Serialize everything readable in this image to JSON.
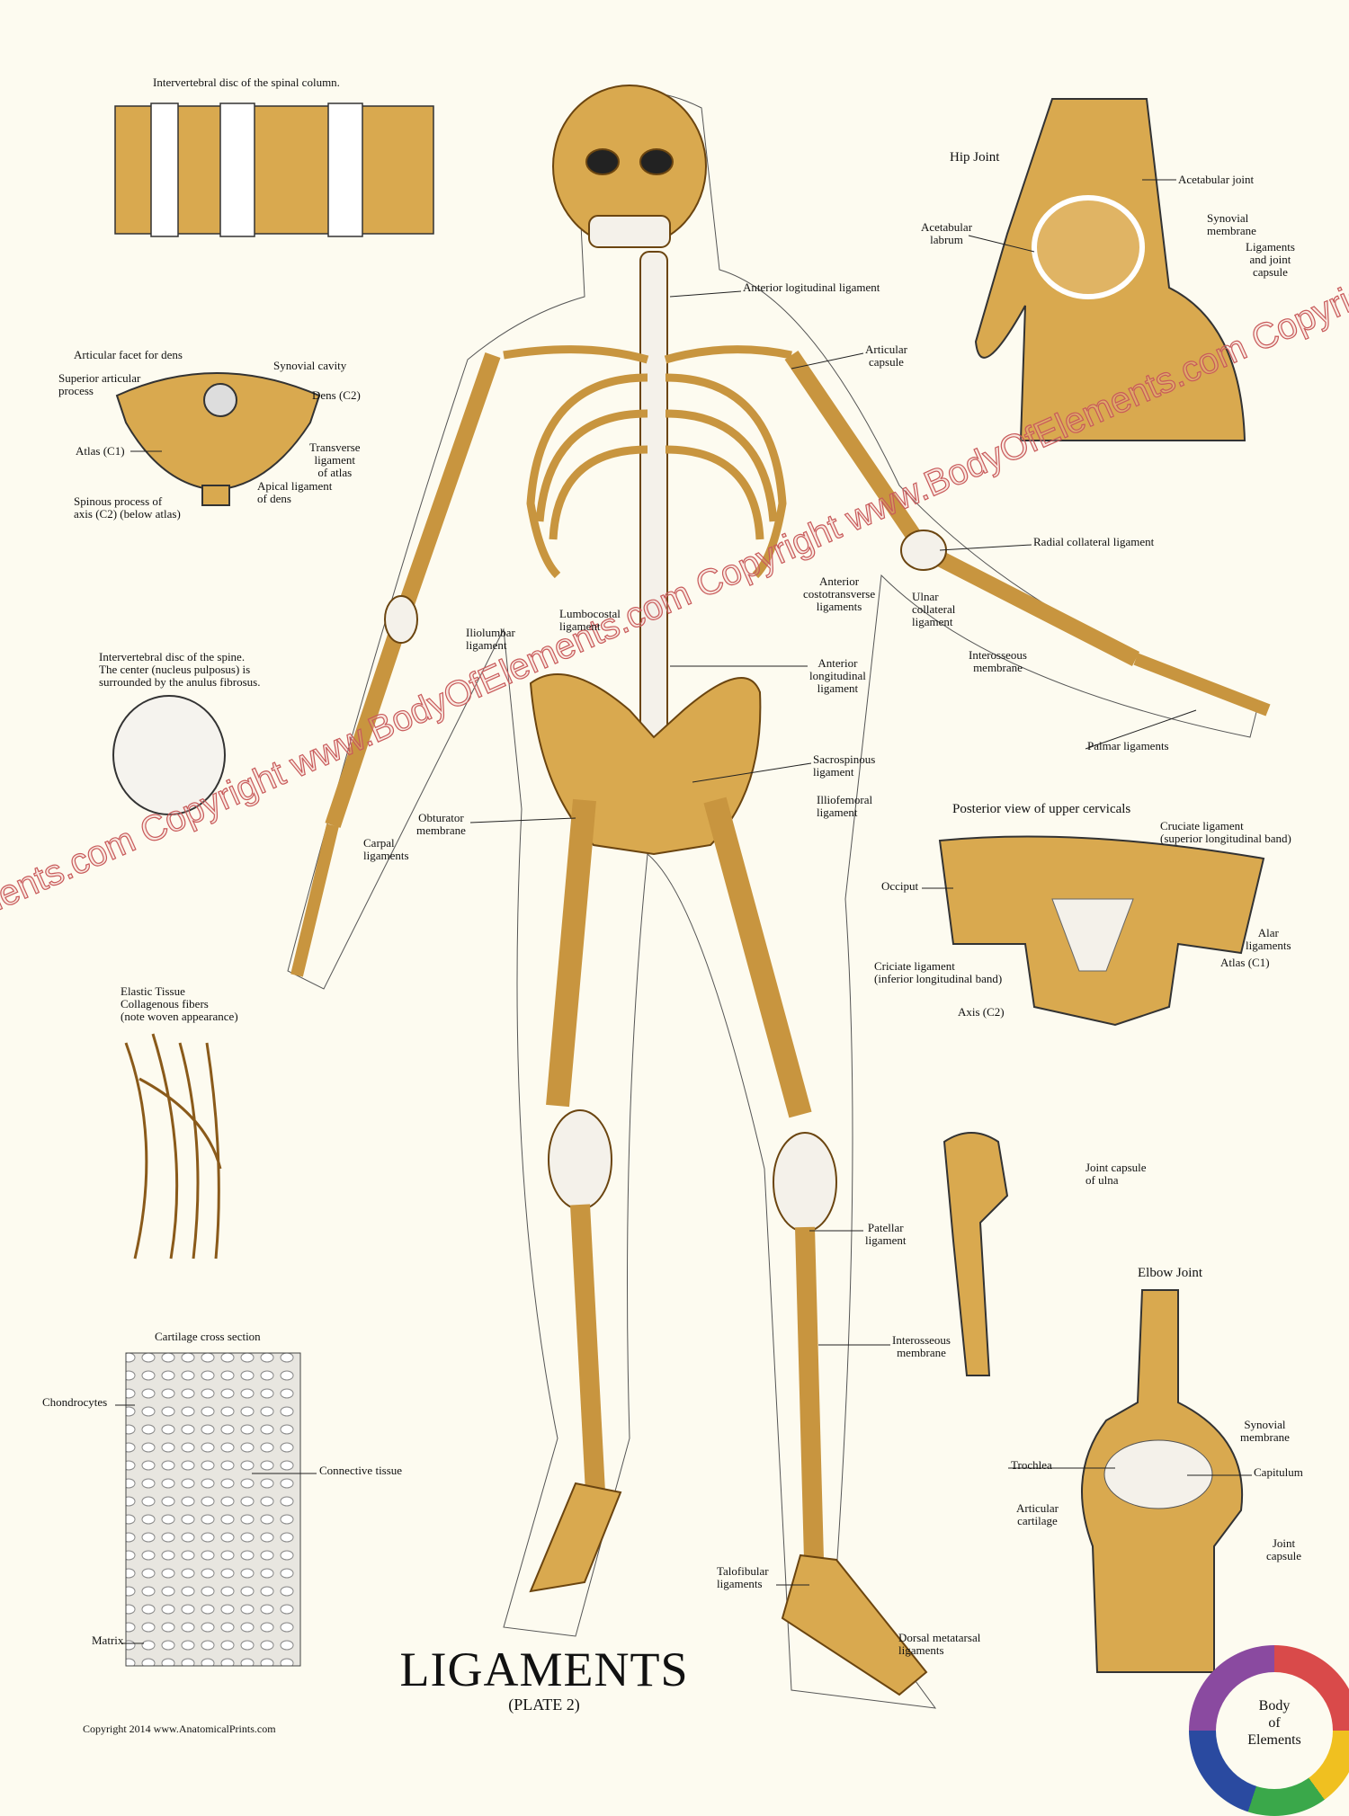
{
  "title": "LIGAMENTS",
  "subtitle": "(PLATE 2)",
  "copyright": "Copyright 2014 www.AnatomicalPrints.com",
  "watermark": "ements.com Copyright www.BodyOfElements.com Copyright www.BodyOfElements.com Copyright w",
  "logo": {
    "line1": "Body",
    "line2": "of",
    "line3": "Elements"
  },
  "colors": {
    "bone": "#d9a94f",
    "bone_dark": "#8a5a1a",
    "ligament": "#f4f1ea",
    "background": "#fdfbf0",
    "watermark": "#c85a5a"
  },
  "insets": {
    "disc_column": "Intervertebral disc of the spinal column.",
    "hip_joint": "Hip Joint",
    "disc_spine": "Intervertebral disc of the spine.\nThe center (nucleus pulposus) is\nsurrounded by the anulus fibrosus.",
    "posterior_cervicals": "Posterior view of upper cervicals",
    "elastic_tissue": "Elastic Tissue\nCollagenous fibers\n(note woven appearance)",
    "elbow_joint": "Elbow Joint",
    "cartilage": "Cartilage cross section"
  },
  "labels": [
    "Acetabular joint",
    "Synovial\nmembrane",
    "Acetabular\nlabrum",
    "Ligaments\nand joint\ncapsule",
    "Anterior logitudinal ligament",
    "Articular\ncapsule",
    "Articular facet for dens",
    "Synovial cavity",
    "Superior articular\nprocess",
    "Dens (C2)",
    "Atlas (C1)",
    "Transverse\nligament\nof atlas",
    "Apical ligament\nof dens",
    "Spinous process of\naxis (C2) (below atlas)",
    "Radial collateral ligament",
    "Anterior\ncostotransverse\nligaments",
    "Lumbocostal\nligament",
    "Ulnar\ncollateral\nligament",
    "Iliolumbar\nligament",
    "Anterior\nlongitudinal\nligament",
    "Interosseous\nmembrane",
    "Palmar ligaments",
    "Sacrospinous\nligament",
    "Illiofemoral\nligament",
    "Obturator\nmembrane",
    "Carpal\nligaments",
    "Cruciate ligament\n(superior longitudinal band)",
    "Occiput",
    "Alar\nligaments",
    "Criciate ligament\n(inferior longitudinal band)",
    "Atlas (C1)",
    "Axis (C2)",
    "Joint capsule\nof ulna",
    "Patellar\nligament",
    "Interosseous\nmembrane",
    "Chondrocytes",
    "Synovial\nmembrane",
    "Trochlea",
    "Connective tissue",
    "Capitulum",
    "Articular\ncartilage",
    "Joint\ncapsule",
    "Talofibular\nligaments",
    "Dorsal metatarsal\nligaments",
    "Matrix"
  ]
}
